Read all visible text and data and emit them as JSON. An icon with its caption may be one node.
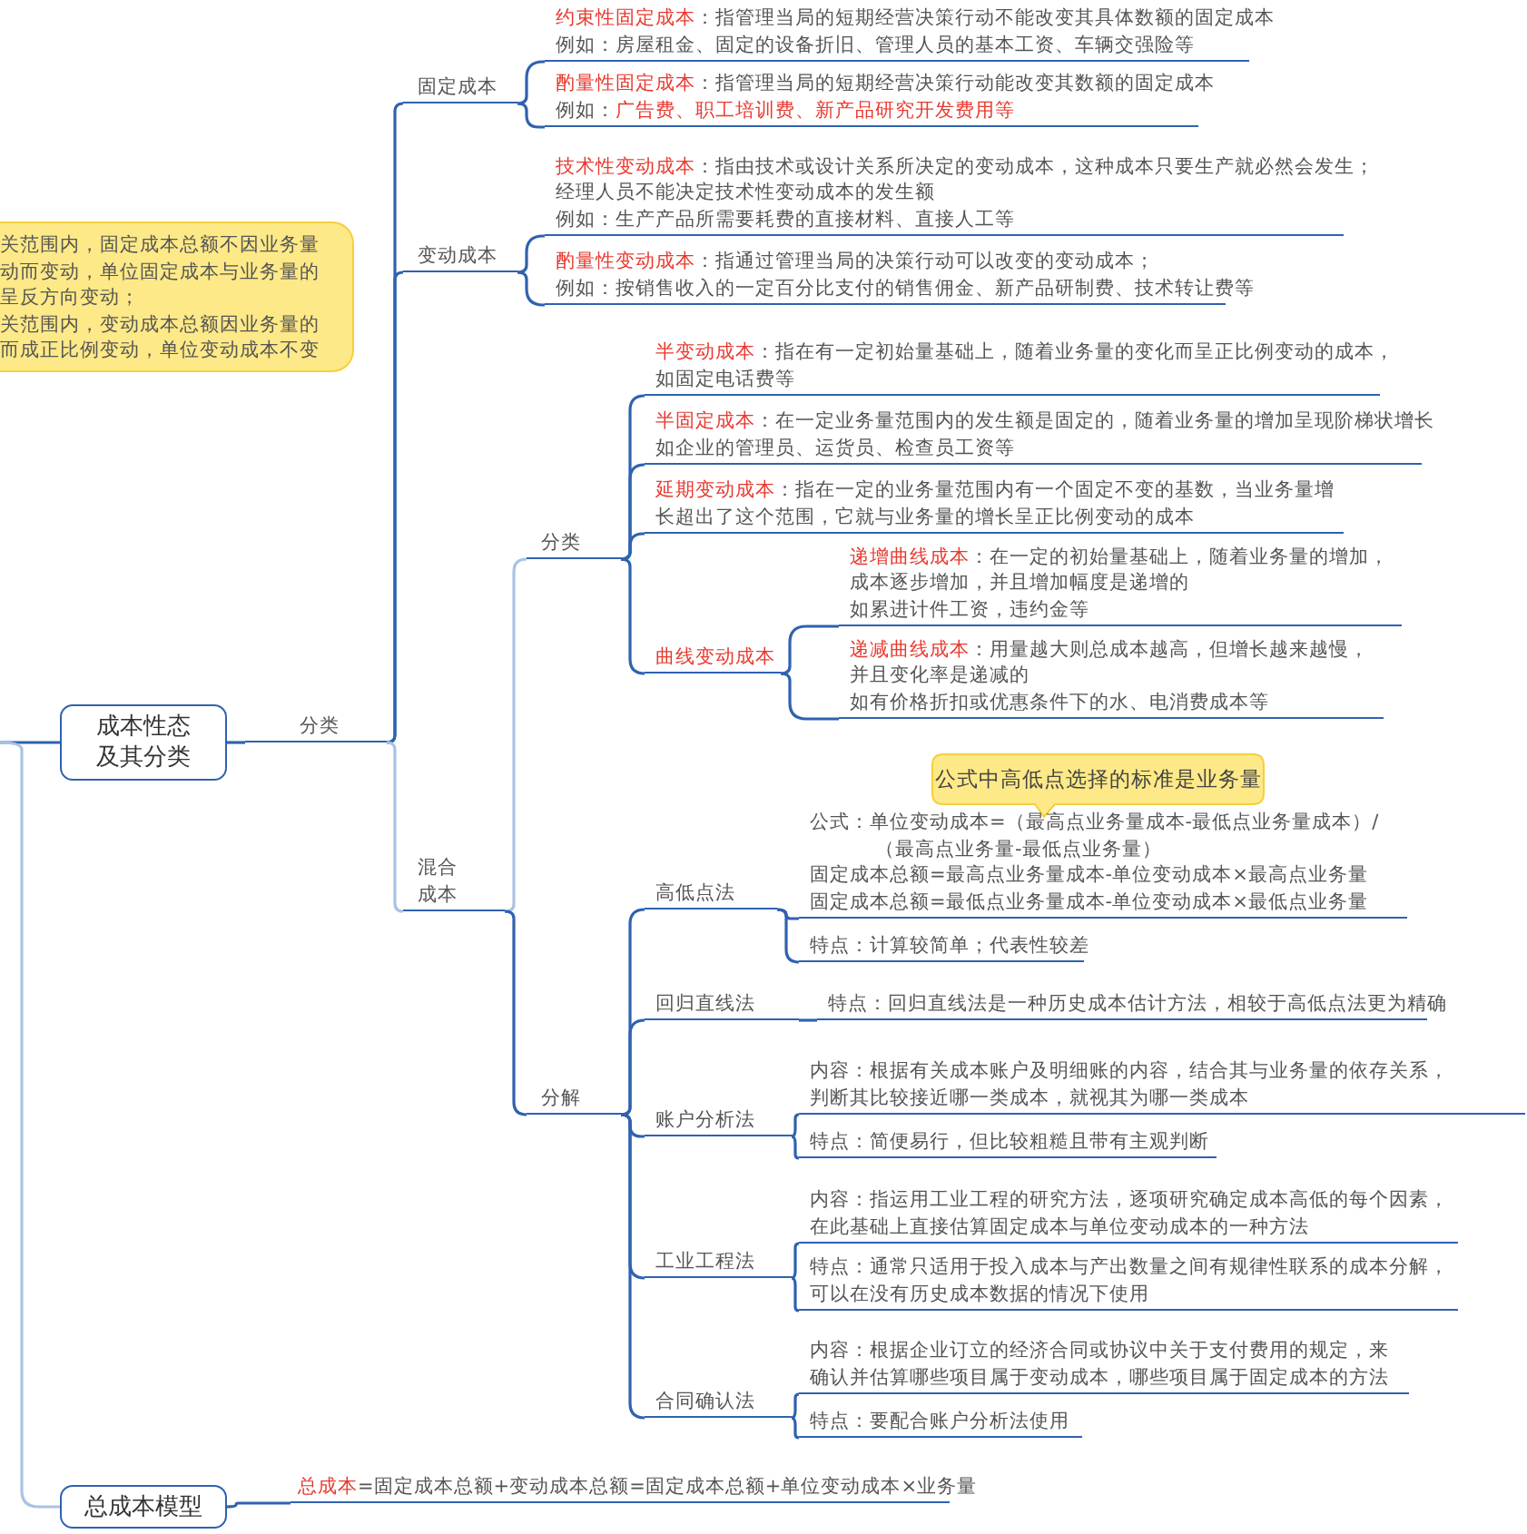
{
  "diagram": {
    "nodes": [
      {
        "text": [
          "关范围内，固定成本总额不因业务量动而变动，单位固定成本与业务量的呈反方向变动；",
          "关范围内，变动成本总额因业务量的而成正比例变动，单位变动成本不变"
        ]
      },
      {
        "text": [
          "成本性态及其分类"
        ]
      },
      {
        "text": [
          "分类"
        ]
      },
      {
        "text": [
          "固定成本"
        ]
      },
      {
        "text": [
          "约束性固定成本",
          "：指管理当局的短期经营决策行动不能改变其具体数额的固定成本",
          "例如：房屋租金、固定的设备折旧、管理人员的基本工资、车辆交强险等"
        ]
      },
      {
        "text": [
          "酌量性固定成本",
          "：指管理当局的短期经营决策行动能改变其数额的固定成本",
          "例如：",
          "广告费、职工培训费、新产品研究开发费用等"
        ]
      },
      {
        "text": [
          "变动成本"
        ]
      },
      {
        "text": [
          "技术性变动成本",
          "：指由技术或设计关系所决定的变动成本，这种成本只要生产就必然会发生；",
          "经理人员不能决定技术性变动成本的发生额",
          "例如：生产产品所需要耗费的直接材料、直接人工等"
        ]
      },
      {
        "text": [
          "酌量性变动成本",
          "：指通过管理当局的决策行动可以改变的变动成本；",
          "例如：按销售收入的一定百分比支付的销售佣金、新产品研制费、技术转让费等"
        ]
      },
      {
        "text": [
          "混合成本"
        ]
      },
      {
        "text": [
          "分类"
        ]
      },
      {
        "text": [
          "半变动成本",
          "：指在有一定初始量基础上，随着业务量的变化而呈正比例变动的成本，",
          "如固定电话费等"
        ]
      },
      {
        "text": [
          "半固定成本",
          "：在一定业务量范围内的发生额是固定的，随着业务量的增加呈现阶梯状增长",
          "如企业的管理员、运货员、检查员工资等"
        ]
      },
      {
        "text": [
          "延期变动成本",
          "：指在一定的业务量范围内有一个固定不变的基数，当业务量增长超出了这个范围，它就与业务量的增长呈正比例变动的成本"
        ]
      },
      {
        "text": [
          "曲线变动成本"
        ]
      },
      {
        "text": [
          "递增曲线成本",
          "：在一定的初始量基础上，随着业务量的增加，成本逐步增加，并且增加幅度是递增的",
          "如累进计件工资，违约金等"
        ]
      },
      {
        "text": [
          "递减曲线成本",
          "：用量越大则总成本越高，但增长越来越慢，并且变化率是递减的",
          "如有价格折扣或优惠条件下的水、电消费成本等"
        ]
      },
      {
        "text": [
          "分解"
        ]
      },
      {
        "text": [
          "高低点法"
        ]
      },
      {
        "text": [
          "公式中高低点选择的标准是业务量"
        ]
      },
      {
        "text": [
          "公式：单位变动成本=（最高点业务量成本-最低点业务量成本）/（最高点业务量-最低点业务量）",
          "固定成本总额=最高点业务量成本-单位变动成本×最高点业务量",
          "固定成本总额=最低点业务量成本-单位变动成本×最低点业务量"
        ]
      },
      {
        "text": [
          "特点：计算较简单；代表性较差"
        ]
      },
      {
        "text": [
          "回归直线法"
        ]
      },
      {
        "text": [
          "特点：回归直线法是一种历史成本估计方法，相较于高低点法更为精确"
        ]
      },
      {
        "text": [
          "账户分析法"
        ]
      },
      {
        "text": [
          "内容：根据有关成本账户及明细账的内容，结合其与业务量的依存关系，判断其比较接近哪一类成本，就视其为哪一类成本"
        ]
      },
      {
        "text": [
          "特点：简便易行，但比较粗糙且带有主观判断"
        ]
      },
      {
        "text": [
          "工业工程法"
        ]
      },
      {
        "text": [
          "内容：指运用工业工程的研究方法，逐项研究确定成本高低的每个因素，在此基础上直接估算固定成本与单位变动成本的一种方法"
        ]
      },
      {
        "text": [
          "特点：通常只适用于投入成本与产出数量之间有规律性联系的成本分解，可以在没有历史成本数据的情况下使用"
        ]
      },
      {
        "text": [
          "合同确认法"
        ]
      },
      {
        "text": [
          "内容：根据企业订立的经济合同或协议中关于支付费用的规定，来确认并估算哪些项目属于变动成本，哪些项目属于固定成本的方法"
        ]
      },
      {
        "text": [
          "特点：要配合账户分析法使用"
        ]
      },
      {
        "text": [
          "总成本模型"
        ]
      },
      {
        "text": [
          "总成本",
          "=固定成本总额+变动成本总额=固定成本总额+单位变动成本×业务量"
        ]
      }
    ],
    "edges": [
      {
        "from": null,
        "to": 1,
        "arrow": "none"
      },
      {
        "from": 1,
        "to": 2,
        "arrow": "none"
      },
      {
        "from": 2,
        "to": 3,
        "arrow": "none"
      },
      {
        "from": 3,
        "to": 4,
        "arrow": "none"
      },
      {
        "from": 3,
        "to": 5,
        "arrow": "none"
      },
      {
        "from": 2,
        "to": 6,
        "arrow": "none"
      },
      {
        "from": 6,
        "to": 7,
        "arrow": "none"
      },
      {
        "from": 6,
        "to": 8,
        "arrow": "none"
      },
      {
        "from": 2,
        "to": 9,
        "arrow": "none",
        "color": "#a9c2e6"
      },
      {
        "from": 9,
        "to": 10,
        "arrow": "none",
        "color": "#a9c2e6"
      },
      {
        "from": 10,
        "to": 11,
        "arrow": "none"
      },
      {
        "from": 10,
        "to": 12,
        "arrow": "none"
      },
      {
        "from": 10,
        "to": 13,
        "arrow": "none"
      },
      {
        "from": 10,
        "to": 14,
        "arrow": "none"
      },
      {
        "from": 14,
        "to": 15,
        "arrow": "none"
      },
      {
        "from": 14,
        "to": 16,
        "arrow": "none"
      },
      {
        "from": 9,
        "to": 17,
        "arrow": "none"
      },
      {
        "from": 17,
        "to": 18,
        "arrow": "none"
      },
      {
        "from": 18,
        "to": 20,
        "arrow": "none"
      },
      {
        "from": 18,
        "to": 21,
        "arrow": "none"
      },
      {
        "from": 17,
        "to": 22,
        "arrow": "none"
      },
      {
        "from": 22,
        "to": 23,
        "arrow": "none"
      },
      {
        "from": 17,
        "to": 24,
        "arrow": "none"
      },
      {
        "from": 24,
        "to": 25,
        "arrow": "none"
      },
      {
        "from": 24,
        "to": 26,
        "arrow": "none"
      },
      {
        "from": 17,
        "to": 27,
        "arrow": "none"
      },
      {
        "from": 27,
        "to": 28,
        "arrow": "none"
      },
      {
        "from": 27,
        "to": 29,
        "arrow": "none"
      },
      {
        "from": 17,
        "to": 30,
        "arrow": "none"
      },
      {
        "from": 30,
        "to": 31,
        "arrow": "none"
      },
      {
        "from": 30,
        "to": 32,
        "arrow": "none"
      },
      {
        "from": null,
        "to": 33,
        "arrow": "none",
        "color": "#a9c2e6"
      },
      {
        "from": 33,
        "to": 34,
        "arrow": "none"
      }
    ]
  }
}
